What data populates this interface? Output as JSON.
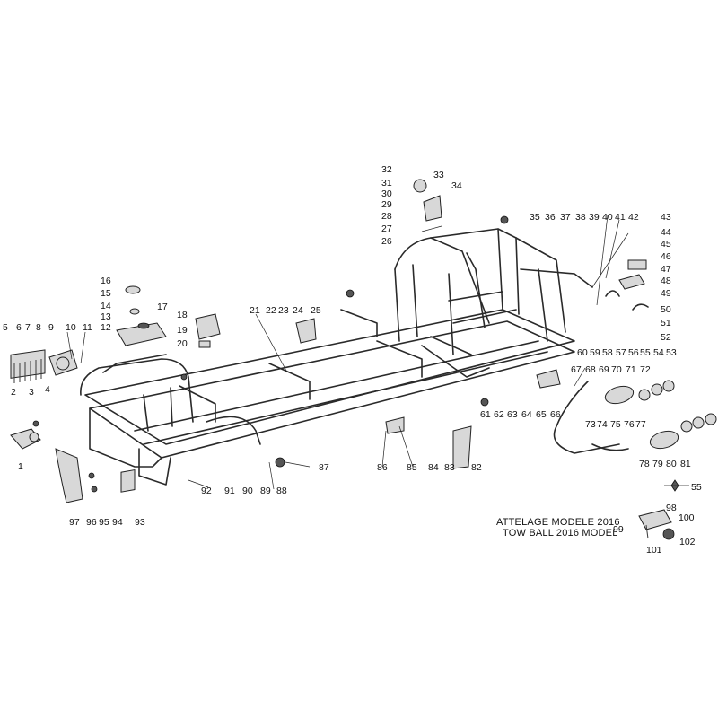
{
  "callouts": [
    {
      "id": "1",
      "text": "1"
    },
    {
      "id": "2",
      "text": "2"
    },
    {
      "id": "3",
      "text": "3"
    },
    {
      "id": "4",
      "text": "4"
    },
    {
      "id": "5",
      "text": "5"
    },
    {
      "id": "6",
      "text": "6"
    },
    {
      "id": "7",
      "text": "7"
    },
    {
      "id": "8",
      "text": "8"
    },
    {
      "id": "9",
      "text": "9"
    },
    {
      "id": "10",
      "text": "10"
    },
    {
      "id": "11",
      "text": "11"
    },
    {
      "id": "12",
      "text": "12"
    },
    {
      "id": "13",
      "text": "13"
    },
    {
      "id": "14",
      "text": "14"
    },
    {
      "id": "15",
      "text": "15"
    },
    {
      "id": "16",
      "text": "16"
    },
    {
      "id": "17",
      "text": "17"
    },
    {
      "id": "18",
      "text": "18"
    },
    {
      "id": "19",
      "text": "19"
    },
    {
      "id": "20",
      "text": "20"
    },
    {
      "id": "21",
      "text": "21"
    },
    {
      "id": "22",
      "text": "22"
    },
    {
      "id": "23",
      "text": "23"
    },
    {
      "id": "24",
      "text": "24"
    },
    {
      "id": "25",
      "text": "25"
    },
    {
      "id": "26",
      "text": "26"
    },
    {
      "id": "27",
      "text": "27"
    },
    {
      "id": "28",
      "text": "28"
    },
    {
      "id": "29",
      "text": "29"
    },
    {
      "id": "30",
      "text": "30"
    },
    {
      "id": "31",
      "text": "31"
    },
    {
      "id": "32",
      "text": "32"
    },
    {
      "id": "33",
      "text": "33"
    },
    {
      "id": "34",
      "text": "34"
    },
    {
      "id": "35",
      "text": "35"
    },
    {
      "id": "36",
      "text": "36"
    },
    {
      "id": "37",
      "text": "37"
    },
    {
      "id": "38",
      "text": "38"
    },
    {
      "id": "39",
      "text": "39"
    },
    {
      "id": "40",
      "text": "40"
    },
    {
      "id": "41",
      "text": "41"
    },
    {
      "id": "42",
      "text": "42"
    },
    {
      "id": "43",
      "text": "43"
    },
    {
      "id": "44",
      "text": "44"
    },
    {
      "id": "45",
      "text": "45"
    },
    {
      "id": "46",
      "text": "46"
    },
    {
      "id": "47",
      "text": "47"
    },
    {
      "id": "48",
      "text": "48"
    },
    {
      "id": "49",
      "text": "49"
    },
    {
      "id": "50",
      "text": "50"
    },
    {
      "id": "51",
      "text": "51"
    },
    {
      "id": "52",
      "text": "52"
    },
    {
      "id": "53",
      "text": "53"
    },
    {
      "id": "54",
      "text": "54"
    },
    {
      "id": "55",
      "text": "55"
    },
    {
      "id": "55b",
      "text": "55"
    },
    {
      "id": "56",
      "text": "56"
    },
    {
      "id": "57",
      "text": "57"
    },
    {
      "id": "58",
      "text": "58"
    },
    {
      "id": "59",
      "text": "59"
    },
    {
      "id": "60",
      "text": "60"
    },
    {
      "id": "61",
      "text": "61"
    },
    {
      "id": "62",
      "text": "62"
    },
    {
      "id": "63",
      "text": "63"
    },
    {
      "id": "64",
      "text": "64"
    },
    {
      "id": "65",
      "text": "65"
    },
    {
      "id": "66",
      "text": "66"
    },
    {
      "id": "67",
      "text": "67"
    },
    {
      "id": "68",
      "text": "68"
    },
    {
      "id": "69",
      "text": "69"
    },
    {
      "id": "70",
      "text": "70"
    },
    {
      "id": "71",
      "text": "71"
    },
    {
      "id": "72",
      "text": "72"
    },
    {
      "id": "73",
      "text": "73"
    },
    {
      "id": "74",
      "text": "74"
    },
    {
      "id": "75",
      "text": "75"
    },
    {
      "id": "76",
      "text": "76"
    },
    {
      "id": "77",
      "text": "77"
    },
    {
      "id": "78",
      "text": "78"
    },
    {
      "id": "79",
      "text": "79"
    },
    {
      "id": "80",
      "text": "80"
    },
    {
      "id": "81",
      "text": "81"
    },
    {
      "id": "82",
      "text": "82"
    },
    {
      "id": "83",
      "text": "83"
    },
    {
      "id": "84",
      "text": "84"
    },
    {
      "id": "85",
      "text": "85"
    },
    {
      "id": "86",
      "text": "86"
    },
    {
      "id": "87",
      "text": "87"
    },
    {
      "id": "88",
      "text": "88"
    },
    {
      "id": "89",
      "text": "89"
    },
    {
      "id": "90",
      "text": "90"
    },
    {
      "id": "91",
      "text": "91"
    },
    {
      "id": "92",
      "text": "92"
    },
    {
      "id": "93",
      "text": "93"
    },
    {
      "id": "94",
      "text": "94"
    },
    {
      "id": "95",
      "text": "95"
    },
    {
      "id": "96",
      "text": "96"
    },
    {
      "id": "97",
      "text": "97"
    },
    {
      "id": "98",
      "text": "98"
    },
    {
      "id": "99",
      "text": "99"
    },
    {
      "id": "100",
      "text": "100"
    },
    {
      "id": "101",
      "text": "101"
    },
    {
      "id": "102",
      "text": "102"
    }
  ],
  "tow_ball_caption": {
    "line1": "ATTELAGE MODELE 2016",
    "line2": "TOW BALL 2016 MODEL"
  }
}
